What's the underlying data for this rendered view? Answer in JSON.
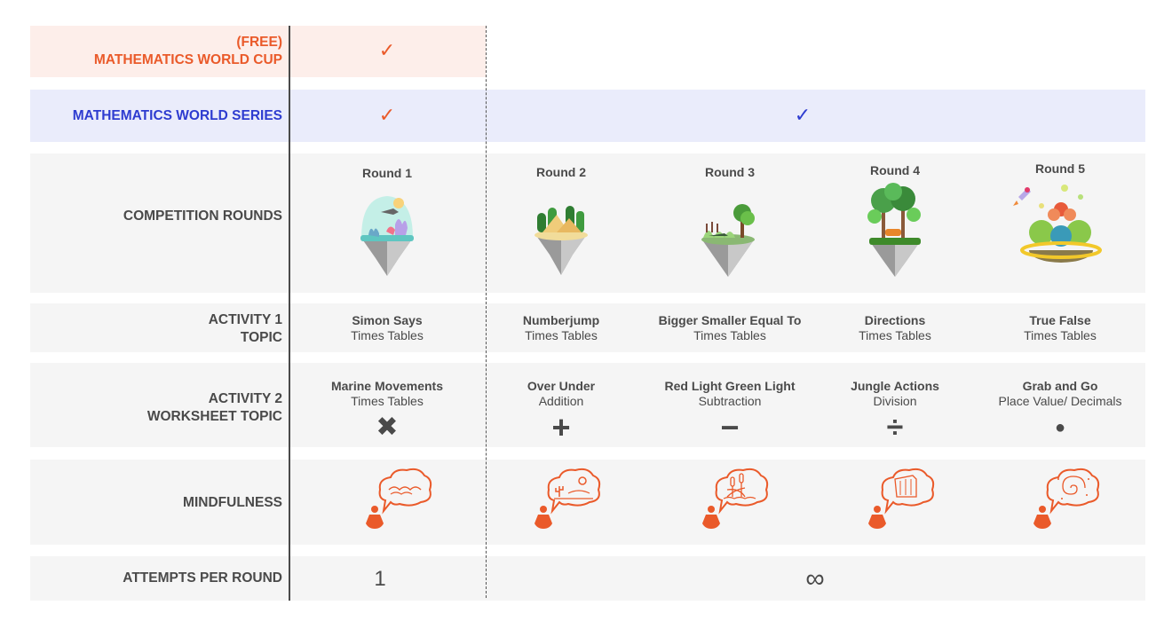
{
  "rows": {
    "free": {
      "label_line1": "(FREE)",
      "label_line2": "MATHEMATICS WORLD CUP",
      "round1_mark": "✓",
      "color": "#ea5a2a",
      "bg": "#fdeeea"
    },
    "series": {
      "label": "MATHEMATICS WORLD SERIES",
      "round1_mark": "✓",
      "rounds2to5_mark": "✓",
      "color": "#2e3cd0",
      "bg": "#eaecfb"
    },
    "competition": {
      "label": "COMPETITION ROUNDS"
    },
    "activity1": {
      "label_line1": "ACTIVITY 1",
      "label_line2": "TOPIC"
    },
    "activity2": {
      "label_line1": "ACTIVITY 2",
      "label_line2": "WORKSHEET TOPIC"
    },
    "mindfulness": {
      "label": "MINDFULNESS",
      "icon_color": "#ea5a2a"
    },
    "attempts": {
      "label": "ATTEMPTS PER ROUND",
      "round1_value": "1",
      "rounds2to5_value": "∞"
    }
  },
  "rounds": [
    {
      "title": "Round 1",
      "island": "ocean-island-icon",
      "activity1": {
        "title": "Simon Says",
        "topic": "Times Tables"
      },
      "activity2": {
        "title": "Marine Movements",
        "topic": "Times Tables",
        "operator": "✖",
        "operator_name": "multiply-icon"
      },
      "mindfulness": "waves-thought-icon"
    },
    {
      "title": "Round 2",
      "island": "desert-island-icon",
      "activity1": {
        "title": "Numberjump",
        "topic": "Times Tables"
      },
      "activity2": {
        "title": "Over Under",
        "topic": "Addition",
        "operator": "+",
        "operator_name": "plus-icon"
      },
      "mindfulness": "desert-thought-icon"
    },
    {
      "title": "Round 3",
      "island": "swamp-island-icon",
      "activity1": {
        "title": "Bigger Smaller Equal To",
        "topic": "Times Tables"
      },
      "activity2": {
        "title": "Red Light Green Light",
        "topic": "Subtraction",
        "operator": "−",
        "operator_name": "minus-icon"
      },
      "mindfulness": "reeds-thought-icon"
    },
    {
      "title": "Round 4",
      "island": "jungle-island-icon",
      "activity1": {
        "title": "Directions",
        "topic": "Times Tables"
      },
      "activity2": {
        "title": "Jungle Actions",
        "topic": "Division",
        "operator": "÷",
        "operator_name": "divide-icon"
      },
      "mindfulness": "waterfall-thought-icon"
    },
    {
      "title": "Round 5",
      "island": "space-planet-icon",
      "activity1": {
        "title": "True False",
        "topic": "Times Tables"
      },
      "activity2": {
        "title": "Grab and Go",
        "topic": "Place Value/ Decimals",
        "operator": "●",
        "operator_name": "dot-icon"
      },
      "mindfulness": "galaxy-thought-icon"
    }
  ]
}
